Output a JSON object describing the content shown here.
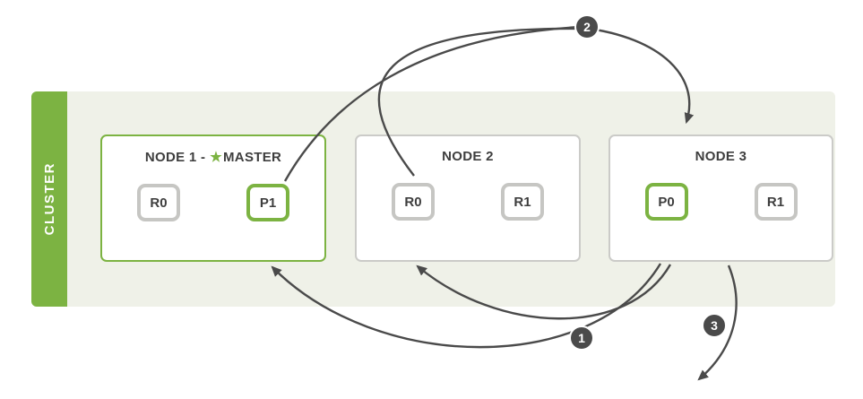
{
  "diagram": {
    "cluster_label": "CLUSTER",
    "nodes": [
      {
        "title_prefix": "NODE 1 -",
        "master_label": "MASTER",
        "is_master": true,
        "shards": [
          {
            "label": "R0",
            "type": "replica"
          },
          {
            "label": "P1",
            "type": "primary"
          }
        ]
      },
      {
        "title": "NODE 2",
        "is_master": false,
        "shards": [
          {
            "label": "R0",
            "type": "replica"
          },
          {
            "label": "R1",
            "type": "replica"
          }
        ]
      },
      {
        "title": "NODE 3",
        "is_master": false,
        "shards": [
          {
            "label": "P0",
            "type": "primary"
          },
          {
            "label": "R1",
            "type": "replica"
          }
        ]
      }
    ],
    "steps": [
      "1",
      "2",
      "3"
    ],
    "colors": {
      "green": "#7cb342",
      "panel_bg": "#eff1e8",
      "node_border_gray": "#cbcbc8",
      "shard_border_gray": "#c6c6c3",
      "arrow_dark": "#4a4a4a",
      "text_dark": "#3e3e3e"
    }
  }
}
